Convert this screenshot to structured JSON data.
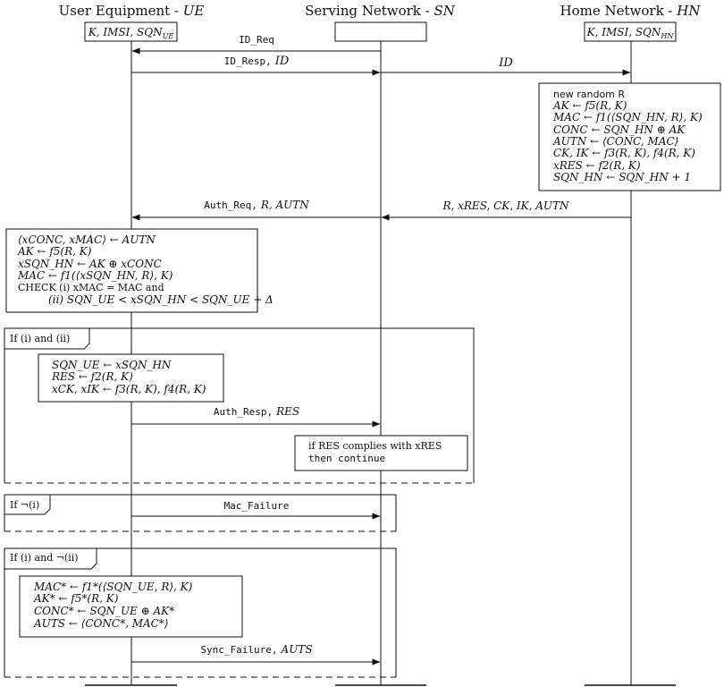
{
  "participants": {
    "ue": {
      "name": "User Equipment - ",
      "abbr": "UE",
      "state": "K, IMSI, SQN",
      "state_sub": "UE"
    },
    "sn": {
      "name": "Serving Network - ",
      "abbr": "SN",
      "state": ""
    },
    "hn": {
      "name": "Home Network - ",
      "abbr": "HN",
      "state": "K, IMSI, SQN",
      "state_sub": "HN"
    }
  },
  "messages": {
    "id_req": "ID_Req",
    "id_resp": "ID_Resp,",
    "id_resp_param": "ID",
    "id_fwd": "ID",
    "auth_req": "Auth_Req,",
    "auth_req_params": "R, AUTN",
    "hn_to_sn": "R, xRES, CK, IK, AUTN",
    "auth_resp": "Auth_Resp,",
    "auth_resp_param": "RES",
    "mac_failure": "Mac_Failure",
    "sync_failure": "Sync_Failure,",
    "sync_failure_param": "AUTS"
  },
  "hn_compute": [
    "new random R",
    "AK ← f5(R, K)",
    "MAC ← f1(⟨SQN_HN, R⟩, K)",
    "CONC ← SQN_HN ⊕ AK",
    "AUTN ← ⟨CONC, MAC⟩",
    "CK, IK ← f3(R, K), f4(R, K)",
    "xRES ← f2(R, K)",
    "SQN_HN ← SQN_HN + 1"
  ],
  "ue_check": [
    "⟨xCONC, xMAC⟩ ← AUTN",
    "AK ← f5(R, K)",
    "xSQN_HN ← AK ⊕ xCONC",
    "MAC ← f1(⟨xSQN_HN, R⟩, K)",
    "CHECK (i) xMAC = MAC and",
    "(ii) SQN_UE < xSQN_HN < SQN_UE + Δ"
  ],
  "frame1": {
    "label": "If (i) and (ii)",
    "ue_update": [
      "SQN_UE ← xSQN_HN",
      "RES ← f2(R, K)",
      "xCK, xIK ← f3(R, K), f4(R, K)"
    ],
    "sn_check": [
      "if RES complies with xRES",
      "then continue"
    ]
  },
  "frame2": {
    "label": "If ¬(i)"
  },
  "frame3": {
    "label": "If (i) and ¬(ii)",
    "ue_resync": [
      "MAC* ← f1*(⟨SQN_UE, R⟩, K)",
      "AK* ← f5*(R, K)",
      "CONC* ← SQN_UE ⊕ AK*",
      "AUTS ← ⟨CONC*, MAC*⟩"
    ]
  }
}
